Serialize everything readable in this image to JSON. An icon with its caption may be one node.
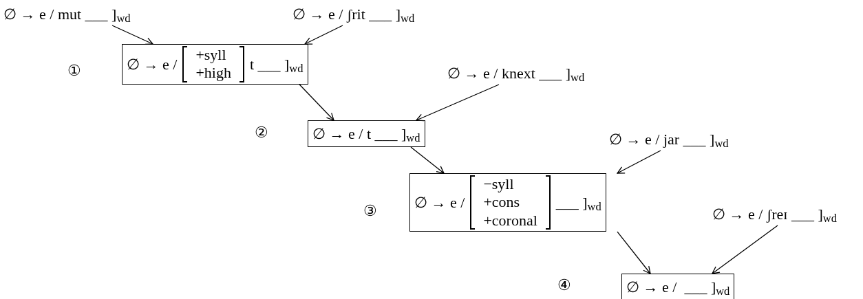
{
  "diagram": {
    "nodes": [
      {
        "text": [
          "∅ → e / mut ___ ]$_{wd}$"
        ]
      },
      {
        "text": [
          "∅ → e / ʃrit ___ ]$_{wd}$"
        ]
      },
      {
        "text": [
          "∅ → e /",
          "+syll +high",
          "t ___ ]$_{wd}$"
        ],
        "beside": [
          "①"
        ]
      },
      {
        "text": [
          "∅ → e / knext ___ ]$_{wd}$"
        ]
      },
      {
        "text": [
          "∅ → e / t ___ ]$_{wd}$"
        ],
        "beside": [
          "②"
        ]
      },
      {
        "text": [
          "∅ → e / jar ___ ]$_{wd}$"
        ]
      },
      {
        "text": [
          "∅ → e /",
          "−syll +cons +coronal",
          "___ ]$_{wd}$"
        ],
        "beside": [
          "③"
        ]
      },
      {
        "text": [
          "∅ → e / ʃreɪ ___ ]$_{wd}$"
        ]
      },
      {
        "text": [
          "∅ → e /  ___ ]$_{wd}$"
        ],
        "beside": [
          "④"
        ]
      }
    ],
    "edges": [
      {
        "from": 0,
        "to": 2,
        "arrow": "to"
      },
      {
        "from": 1,
        "to": 2,
        "arrow": "to"
      },
      {
        "from": 2,
        "to": 4,
        "arrow": "to"
      },
      {
        "from": 3,
        "to": 4,
        "arrow": "to"
      },
      {
        "from": 4,
        "to": 6,
        "arrow": "to"
      },
      {
        "from": 5,
        "to": 6,
        "arrow": "to"
      },
      {
        "from": 6,
        "to": 8,
        "arrow": "to"
      },
      {
        "from": 7,
        "to": 8,
        "arrow": "to"
      }
    ]
  }
}
